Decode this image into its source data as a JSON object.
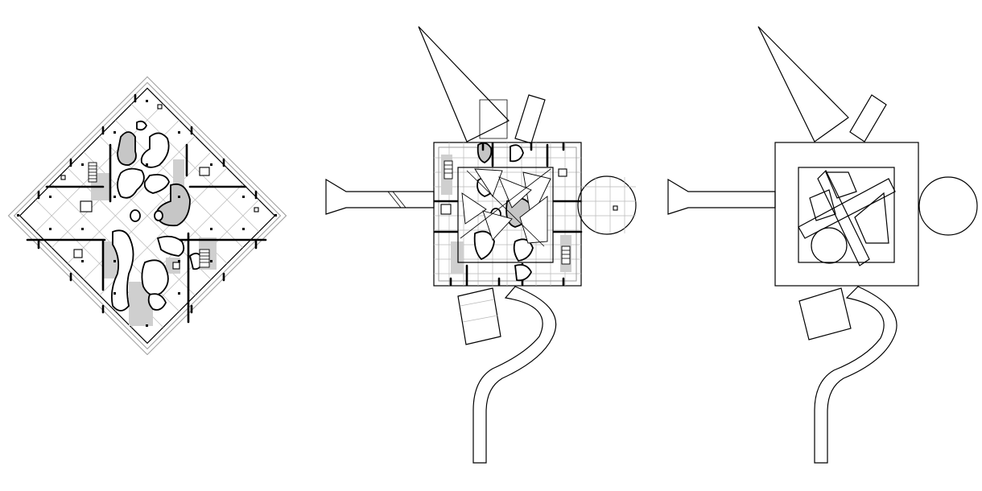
{
  "diagrams": [
    {
      "id": "plan",
      "description_key": "detailed-floor-plan"
    },
    {
      "id": "overlay",
      "description_key": "plan-with-superimposed-volumes"
    },
    {
      "id": "abstract",
      "description_key": "abstract-massing-diagram"
    }
  ],
  "colors": {
    "line": "#000000",
    "grid": "#b8b8b8",
    "fill_grey": "#c6c6c6",
    "background": "#ffffff"
  }
}
